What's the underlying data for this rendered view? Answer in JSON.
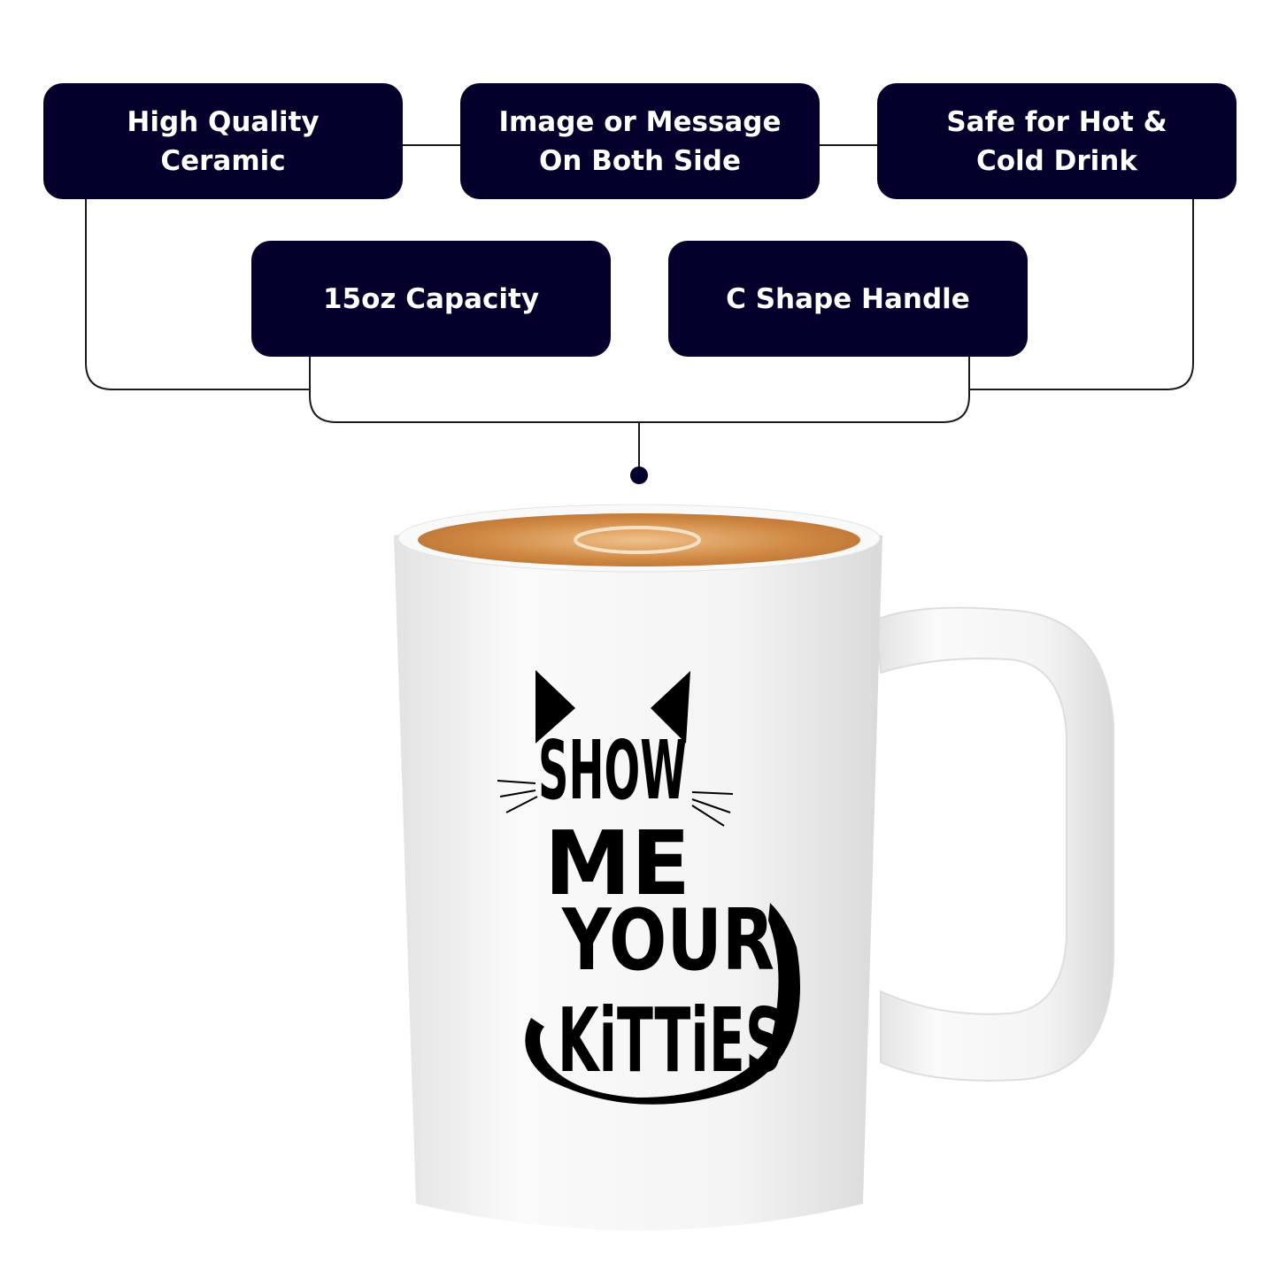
{
  "features": [
    {
      "line1": "High Quality",
      "line2": "Ceramic"
    },
    {
      "line1": "Image or Message",
      "line2": "On Both Side"
    },
    {
      "line1": "Safe for Hot &",
      "line2": "Cold Drink"
    },
    {
      "line1": "15oz Capacity"
    },
    {
      "line1": "C Shape Handle"
    }
  ],
  "mug_design": {
    "words": [
      "SHOW",
      "ME",
      "YOUR",
      "KiTTiES"
    ]
  },
  "colors": {
    "box": "#03002b",
    "line": "#1a1a1a",
    "coffee": "#c8803f",
    "mug": "#f7f7f7"
  }
}
